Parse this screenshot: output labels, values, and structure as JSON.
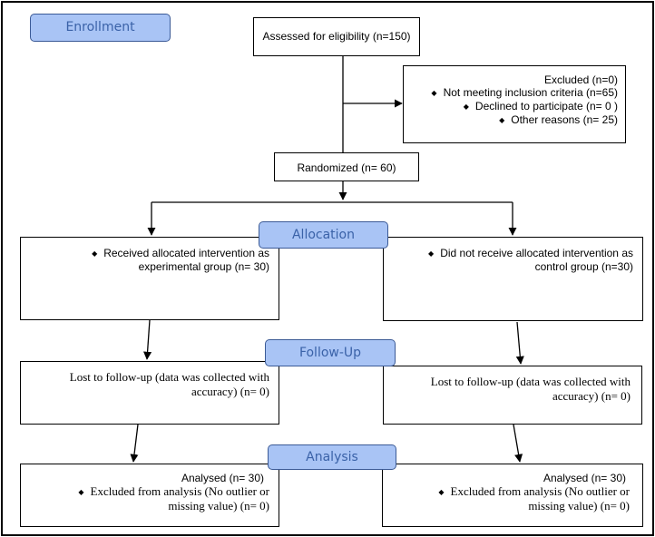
{
  "stages": {
    "enrollment": "Enrollment",
    "allocation": "Allocation",
    "follow_up": "Follow-Up",
    "analysis": "Analysis"
  },
  "assessed": "Assessed for eligibility (n=150)",
  "excluded": {
    "title": "Excluded (n=0)",
    "items": [
      "Not meeting inclusion criteria (n=65)",
      "Declined to participate (n= 0 )",
      "Other reasons (n= 25)"
    ]
  },
  "randomized": "Randomized (n= 60)",
  "allocation": {
    "left": [
      "Received allocated intervention as",
      "experimental group (n= 30)"
    ],
    "right": [
      "Did not receive allocated intervention as",
      "control group (n=30)"
    ]
  },
  "follow_up": {
    "left": [
      "Lost to follow-up (data was collected with",
      "accuracy) (n= 0)"
    ],
    "right": [
      "Lost to follow-up (data was collected with",
      "accuracy) (n= 0)"
    ]
  },
  "analysis": {
    "left": {
      "analysed": "Analysed  (n=  30)",
      "excluded": [
        "Excluded from analysis (No outlier or",
        "missing value) (n= 0)"
      ]
    },
    "right": {
      "analysed": "Analysed (n=  30)",
      "excluded": [
        "Excluded from analysis (No outlier or",
        "missing value) (n= 0)"
      ]
    }
  }
}
